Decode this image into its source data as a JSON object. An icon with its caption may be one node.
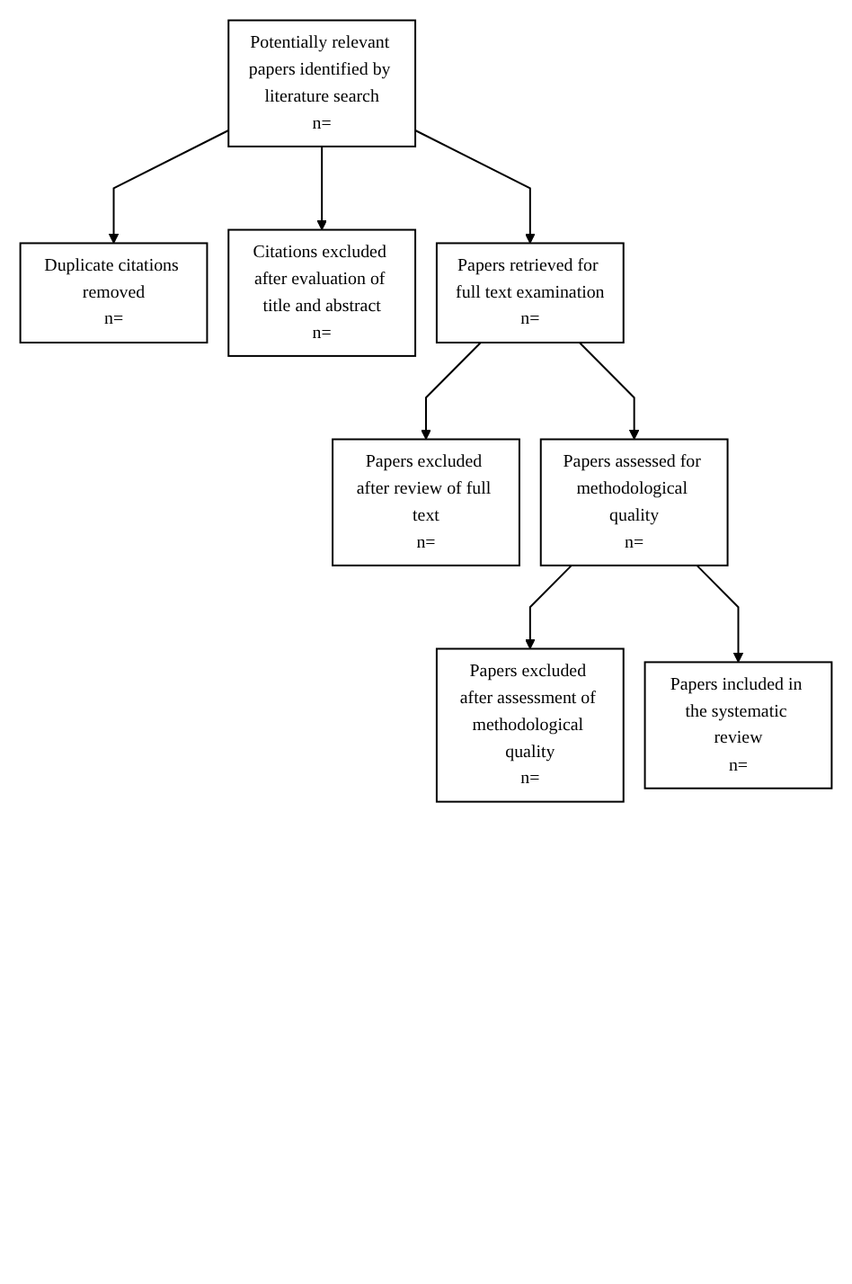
{
  "diagram": {
    "nodes": [
      {
        "text": [
          "Potentially relevant papers identified by literature search",
          "n="
        ]
      },
      {
        "text": [
          "Duplicate citations removed",
          "n="
        ]
      },
      {
        "text": [
          "Citations excluded after evaluation of title and abstract",
          "n="
        ]
      },
      {
        "text": [
          "Papers retrieved for full text examination",
          "n="
        ]
      },
      {
        "text": [
          "Papers excluded after review of full text",
          "n="
        ]
      },
      {
        "text": [
          "Papers assessed for methodological quality",
          "n="
        ]
      },
      {
        "text": [
          "Papers excluded after assessment of methodological quality",
          "n="
        ]
      },
      {
        "text": [
          "Papers included in the systematic review",
          "n="
        ]
      }
    ],
    "edges": [
      {
        "from": 0,
        "to": 1,
        "arrow": "to"
      },
      {
        "from": 0,
        "to": 2,
        "arrow": "to"
      },
      {
        "from": 0,
        "to": 3,
        "arrow": "to"
      },
      {
        "from": 3,
        "to": 4,
        "arrow": "to"
      },
      {
        "from": 3,
        "to": 5,
        "arrow": "to"
      },
      {
        "from": 5,
        "to": 6,
        "arrow": "to"
      },
      {
        "from": 5,
        "to": 7,
        "arrow": "to"
      }
    ]
  }
}
